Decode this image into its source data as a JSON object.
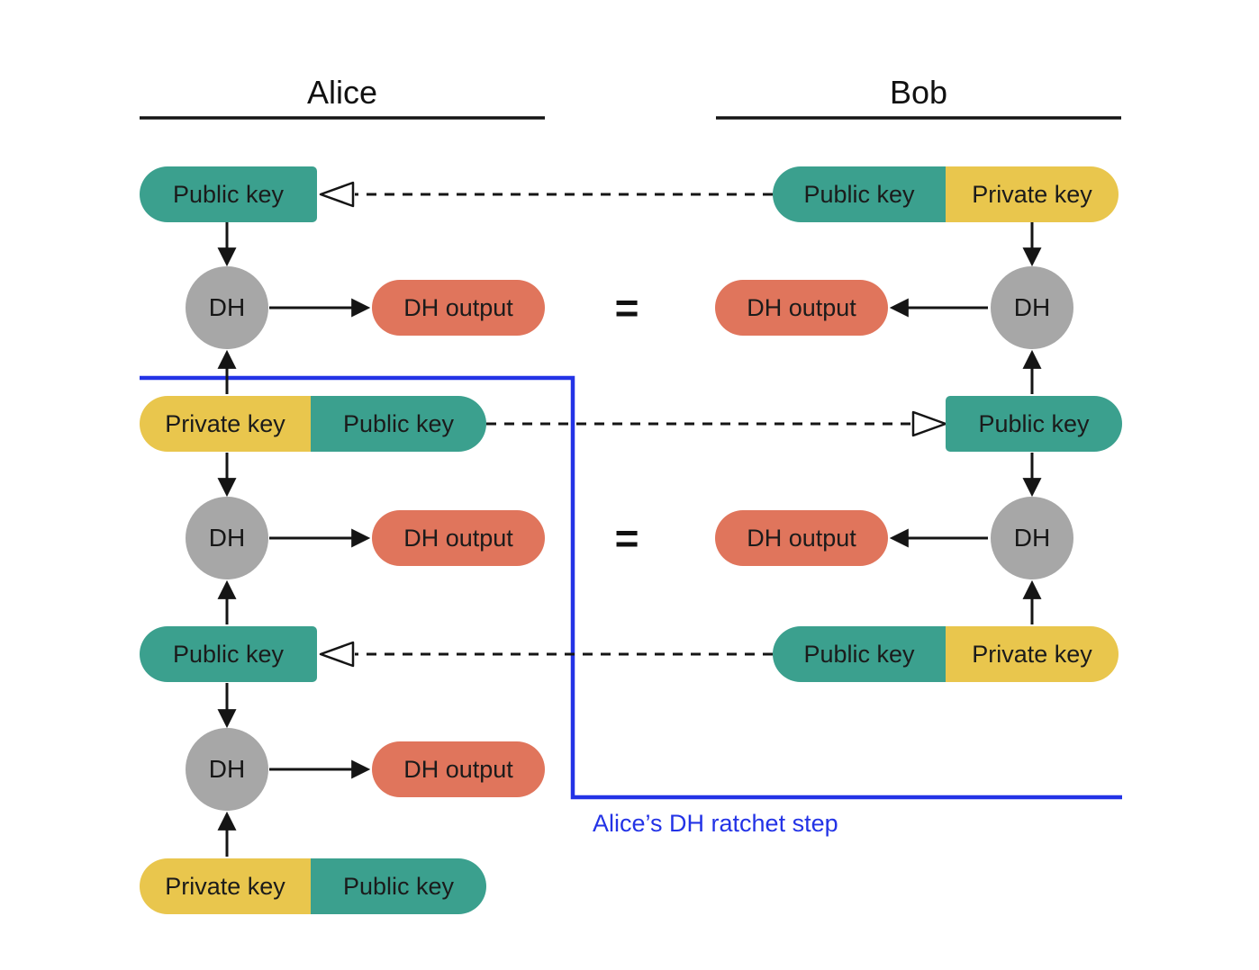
{
  "diagram": {
    "type": "flow-diagram",
    "columns": [
      {
        "name": "Alice"
      },
      {
        "name": "Bob"
      }
    ],
    "labels": {
      "public_key": "Public key",
      "private_key": "Private key",
      "dh": "DH",
      "dh_output": "DH output",
      "equals": "="
    },
    "caption": "Alice’s DH ratchet step",
    "colors": {
      "public_key": "#3BA08E",
      "private_key": "#E9C64D",
      "dh_output": "#E0755C",
      "dh_node": "#A7A7A7",
      "line": "#151515",
      "ratchet_line": "#2333E6",
      "text": "#1B1B1B"
    }
  }
}
